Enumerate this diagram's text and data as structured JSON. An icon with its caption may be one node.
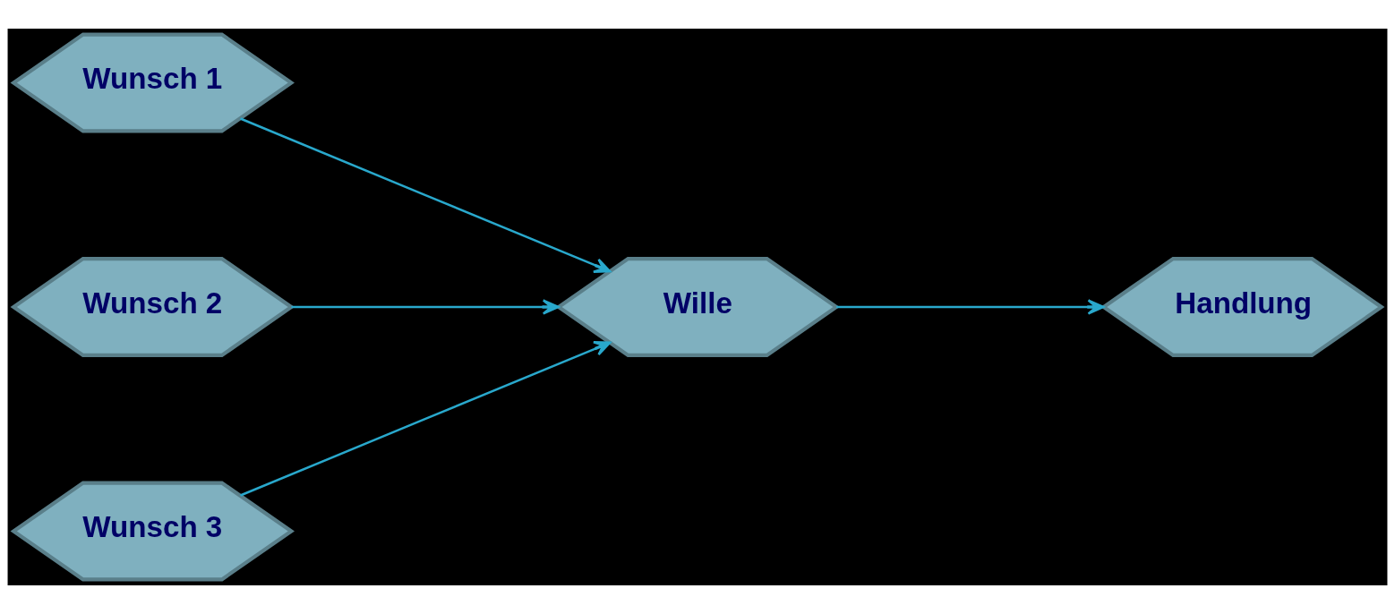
{
  "diagram": {
    "nodes": [
      {
        "text": [
          "Wunsch 1"
        ]
      },
      {
        "text": [
          "Wunsch 2"
        ]
      },
      {
        "text": [
          "Wunsch 3"
        ]
      },
      {
        "text": [
          "Wille"
        ]
      },
      {
        "text": [
          "Handlung"
        ]
      }
    ],
    "edges": [
      {
        "from": 0,
        "to": 3,
        "arrow": "to"
      },
      {
        "from": 1,
        "to": 3,
        "arrow": "to"
      },
      {
        "from": 2,
        "to": 3,
        "arrow": "to"
      },
      {
        "from": 3,
        "to": 4,
        "arrow": "to"
      }
    ]
  }
}
